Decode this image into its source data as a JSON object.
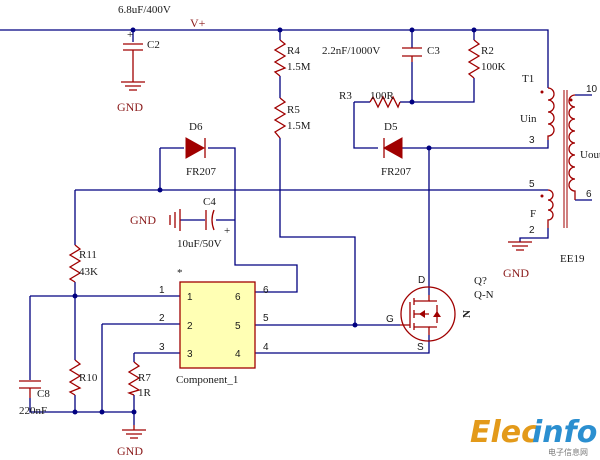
{
  "top_rail": {
    "cap_value": "6.8uF/400V",
    "net_label": "V+"
  },
  "c2": {
    "ref": "C2"
  },
  "c3": {
    "ref": "C3",
    "value": "2.2nF/1000V"
  },
  "c4": {
    "ref": "C4",
    "value": "10uF/50V"
  },
  "c8": {
    "ref": "C8",
    "value": "220nF"
  },
  "r2": {
    "ref": "R2",
    "value": "100K"
  },
  "r3": {
    "ref": "R3",
    "value": "100R"
  },
  "r4": {
    "ref": "R4",
    "value": "1.5M"
  },
  "r5": {
    "ref": "R5",
    "value": "1.5M"
  },
  "r7": {
    "ref": "R7",
    "value": "1R"
  },
  "r10": {
    "ref": "R10"
  },
  "r11": {
    "ref": "R11",
    "value": "43K"
  },
  "d5": {
    "ref": "D5",
    "value": "FR207"
  },
  "d6": {
    "ref": "D6",
    "value": "FR207"
  },
  "ic": {
    "name": "Component_1",
    "marker": "*",
    "pins_left": [
      "1",
      "2",
      "3"
    ],
    "pins_right": [
      "6",
      "5",
      "4"
    ],
    "ext_pins_left": [
      "1",
      "2",
      "3"
    ],
    "ext_pins_right": [
      "6",
      "5",
      "4"
    ]
  },
  "mosfet": {
    "ref": "Q?",
    "type": "Q-N",
    "pin_d": "D",
    "pin_g": "G",
    "pin_s": "S",
    "channel_mark": "N"
  },
  "transformer": {
    "ref": "T1",
    "core": "EE19",
    "uin_label": "Uin",
    "uout_label": "Uout",
    "f_label": "F",
    "pin_3": "3",
    "pin_5": "5",
    "pin_2": "2",
    "pin_10": "10",
    "pin_6": "6"
  },
  "gnd_labels": {
    "c2": "GND",
    "c4": "GND",
    "bottom": "GND",
    "transformer": "GND"
  },
  "watermark": {
    "part1": "Elec",
    "part2": "info",
    "sub": "电子信息网"
  }
}
